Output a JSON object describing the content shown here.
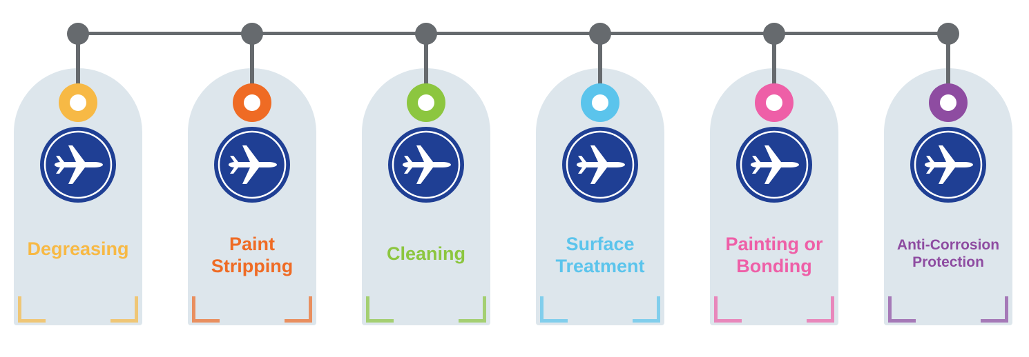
{
  "stages": [
    {
      "id": "degreasing",
      "lines": [
        "Degreasing"
      ],
      "color": "#f7b945",
      "icon": "airplane-icon"
    },
    {
      "id": "paint-stripping",
      "lines": [
        "Paint",
        "Stripping"
      ],
      "color": "#ef6b24",
      "icon": "airplane-icon"
    },
    {
      "id": "cleaning",
      "lines": [
        "Cleaning"
      ],
      "color": "#8cc63f",
      "icon": "airplane-icon"
    },
    {
      "id": "surface-treatment",
      "lines": [
        "Surface",
        "Treatment"
      ],
      "color": "#5bc4ec",
      "icon": "airplane-icon"
    },
    {
      "id": "painting-or-bonding",
      "lines": [
        "Painting or",
        "Bonding"
      ],
      "color": "#ee5fa7",
      "icon": "airplane-icon"
    },
    {
      "id": "anti-corrosion-protection",
      "lines": [
        "Anti-Corrosion",
        "Protection"
      ],
      "color": "#8e4ca1",
      "icon": "airplane-icon"
    }
  ]
}
